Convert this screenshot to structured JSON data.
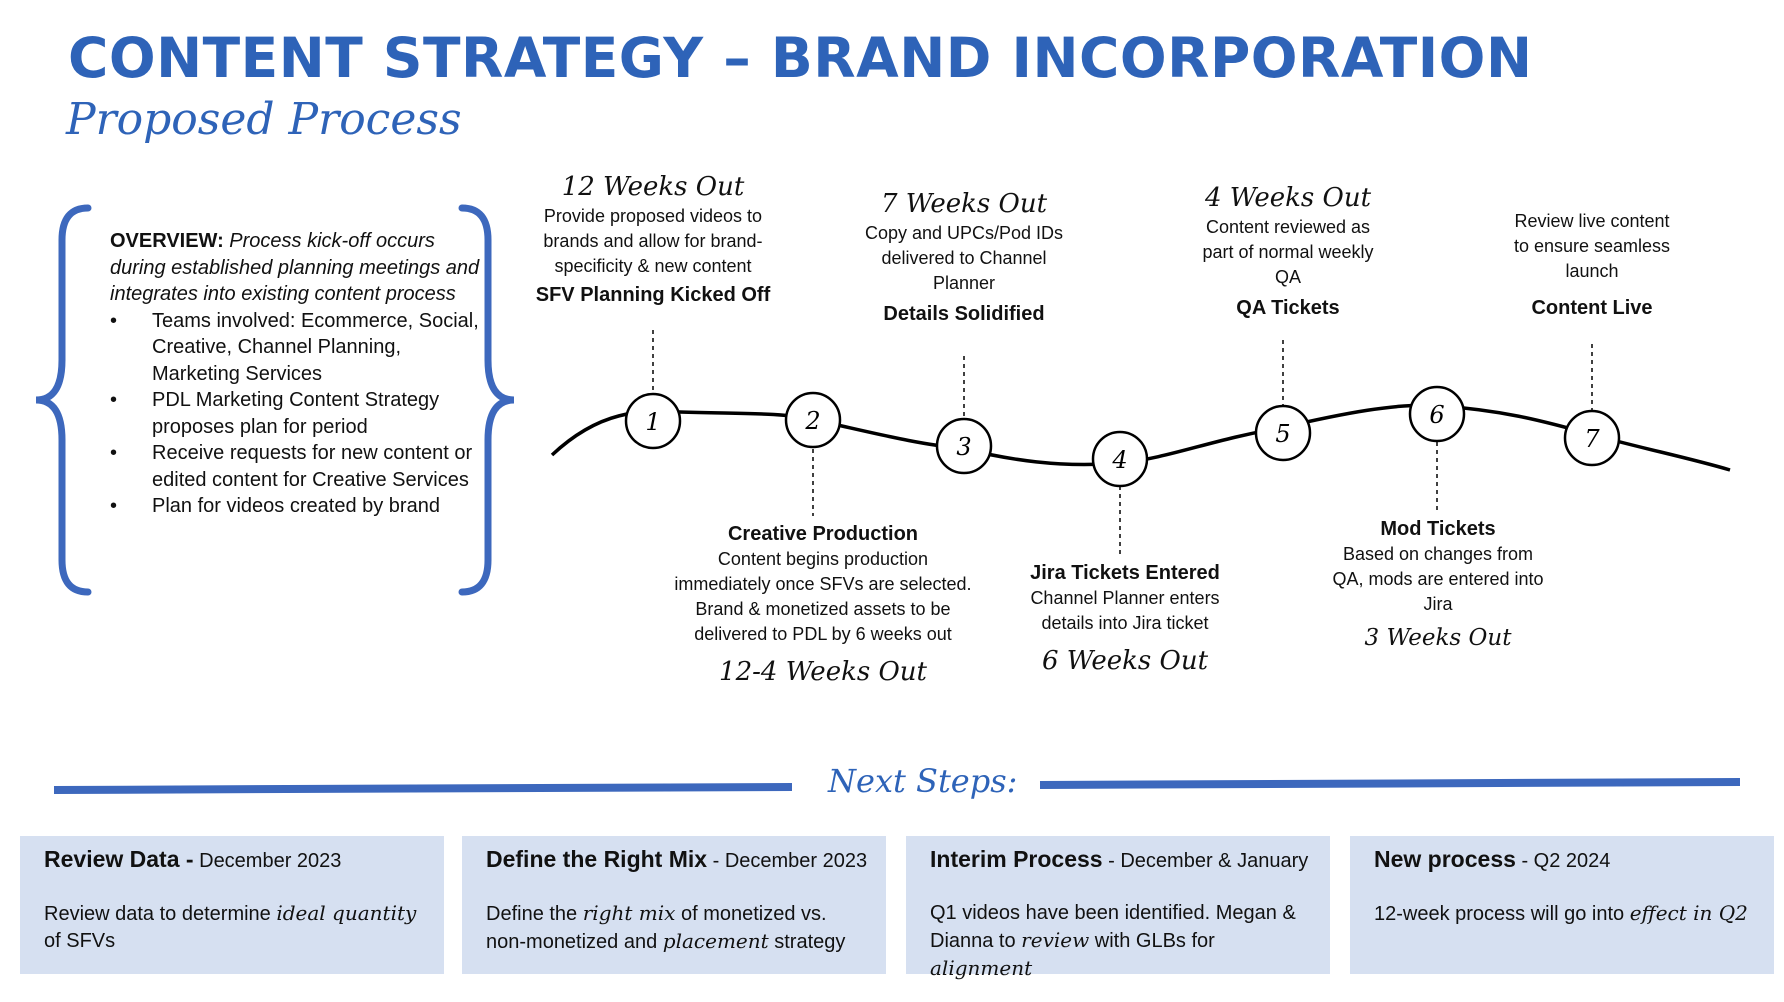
{
  "title": "CONTENT STRATEGY – BRAND INCORPORATION",
  "subtitle": "Proposed Process",
  "overview": {
    "label": "OVERVIEW:",
    "text": "Process kick-off occurs during established planning meetings and integrates into existing content process",
    "bullets": [
      "Teams involved: Ecommerce, Social, Creative, Channel Planning, Marketing Services",
      "PDL Marketing  Content Strategy proposes plan for period",
      "Receive requests for new content or edited content for Creative Services",
      "Plan for videos created by brand"
    ]
  },
  "stages": [
    {
      "number": "1",
      "weeks": "12 Weeks Out",
      "label": "SFV  Planning Kicked Off",
      "description": [
        "Provide proposed videos to",
        "brands and allow for brand-",
        "specificity & new content"
      ]
    },
    {
      "number": "2",
      "weeks": "12-4 Weeks Out",
      "label": "Creative Production",
      "description": [
        "Content begins production",
        "immediately once SFVs are selected.",
        "Brand & monetized assets to be",
        "delivered to PDL by 6 weeks out"
      ]
    },
    {
      "number": "3",
      "weeks": "7 Weeks Out",
      "label": "Details Solidified",
      "description": [
        "Copy and UPCs/Pod IDs",
        "delivered to Channel",
        "Planner"
      ]
    },
    {
      "number": "4",
      "weeks": "6 Weeks Out",
      "label": "Jira Tickets Entered",
      "description": [
        "Channel Planner enters",
        "details into Jira ticket"
      ]
    },
    {
      "number": "5",
      "weeks": "4 Weeks Out",
      "label": "QA Tickets",
      "description": [
        "Content reviewed as",
        "part of normal weekly",
        "QA"
      ]
    },
    {
      "number": "6",
      "weeks": "3 Weeks Out",
      "label": "Mod Tickets",
      "description": [
        "Based on changes from",
        "QA, mods are entered into",
        "Jira"
      ]
    },
    {
      "number": "7",
      "weeks": "",
      "label": "Content Live",
      "description": [
        "Review live content",
        "to ensure seamless",
        "launch"
      ]
    }
  ],
  "next_steps": {
    "title": "Next Steps:",
    "items": [
      {
        "heading": "Review Data -",
        "date": " December 2023",
        "body": [
          {
            "t": "Review data to determine "
          },
          {
            "t": "ideal quantity",
            "hand": true
          },
          {
            "t": " of SFVs"
          }
        ]
      },
      {
        "heading": "Define the Right Mix",
        "date": " - December 2023",
        "body": [
          {
            "t": "Define the "
          },
          {
            "t": "right mix",
            "hand": true
          },
          {
            "t": " of monetized vs. non-monetized and "
          },
          {
            "t": "placement",
            "hand": true
          },
          {
            "t": " strategy"
          }
        ]
      },
      {
        "heading": "Interim Process",
        "date": " - December & January",
        "body": [
          {
            "t": "Q1 videos have been identified. Megan & Dianna to "
          },
          {
            "t": "review",
            "hand": true
          },
          {
            "t": " with GLBs for "
          },
          {
            "t": "alignment",
            "hand": true
          }
        ]
      },
      {
        "heading": "New process",
        "date": " - Q2 2024",
        "body": [
          {
            "t": "12-week process will go into "
          },
          {
            "t": "effect in Q2",
            "hand": true
          }
        ]
      }
    ]
  },
  "colors": {
    "accent": "#2e63b8",
    "bracket": "#3d68bd",
    "box": "#d6e0f1"
  }
}
